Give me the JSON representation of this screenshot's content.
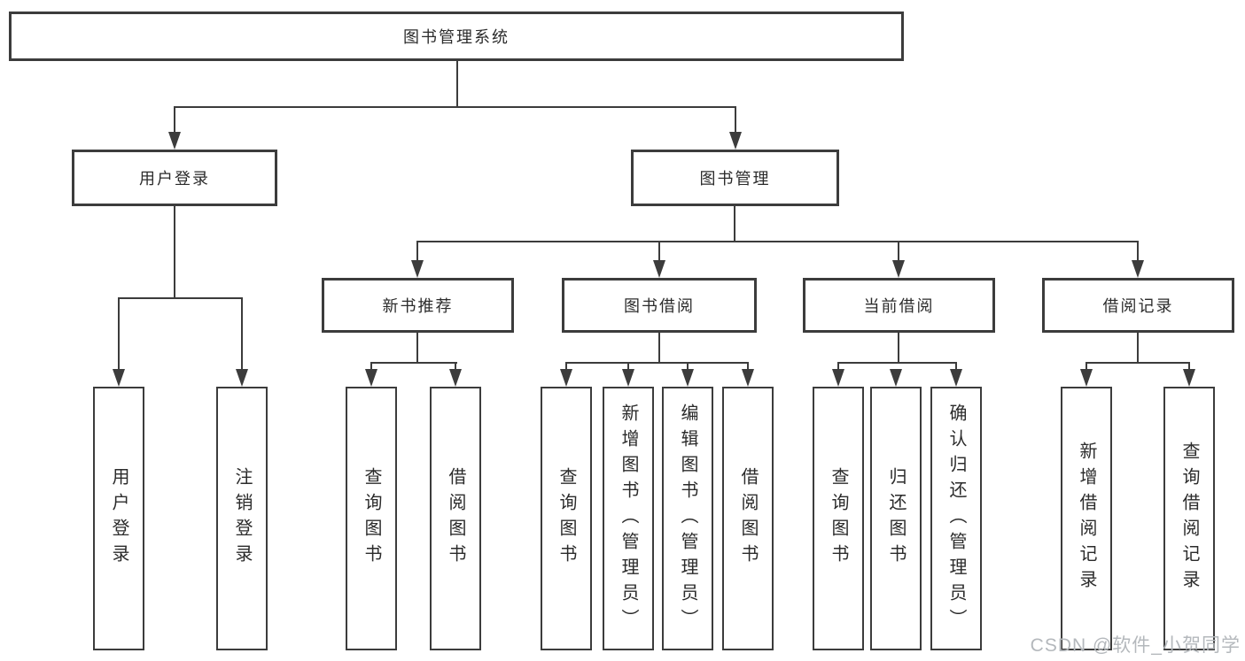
{
  "diagram": {
    "root": "图书管理系统",
    "branches": [
      {
        "label": "用户登录",
        "children": [
          "用户登录",
          "注销登录"
        ]
      },
      {
        "label": "图书管理",
        "sections": [
          {
            "label": "新书推荐",
            "children": [
              "查询图书",
              "借阅图书"
            ]
          },
          {
            "label": "图书借阅",
            "children": [
              "查询图书",
              "新增图书（管理员）",
              "编辑图书（管理员）",
              "借阅图书"
            ]
          },
          {
            "label": "当前借阅",
            "children": [
              "查询图书",
              "归还图书",
              "确认归还（管理员）"
            ]
          },
          {
            "label": "借阅记录",
            "children": [
              "新增借阅记录",
              "查询借阅记录"
            ]
          }
        ]
      }
    ]
  },
  "watermark": {
    "text": "CSDN @软件_小贺同学"
  },
  "colors": {
    "line": "#3c3c3c",
    "text": "#2b2b2b",
    "background": "#ffffff",
    "watermark": "#b4b8bc"
  }
}
